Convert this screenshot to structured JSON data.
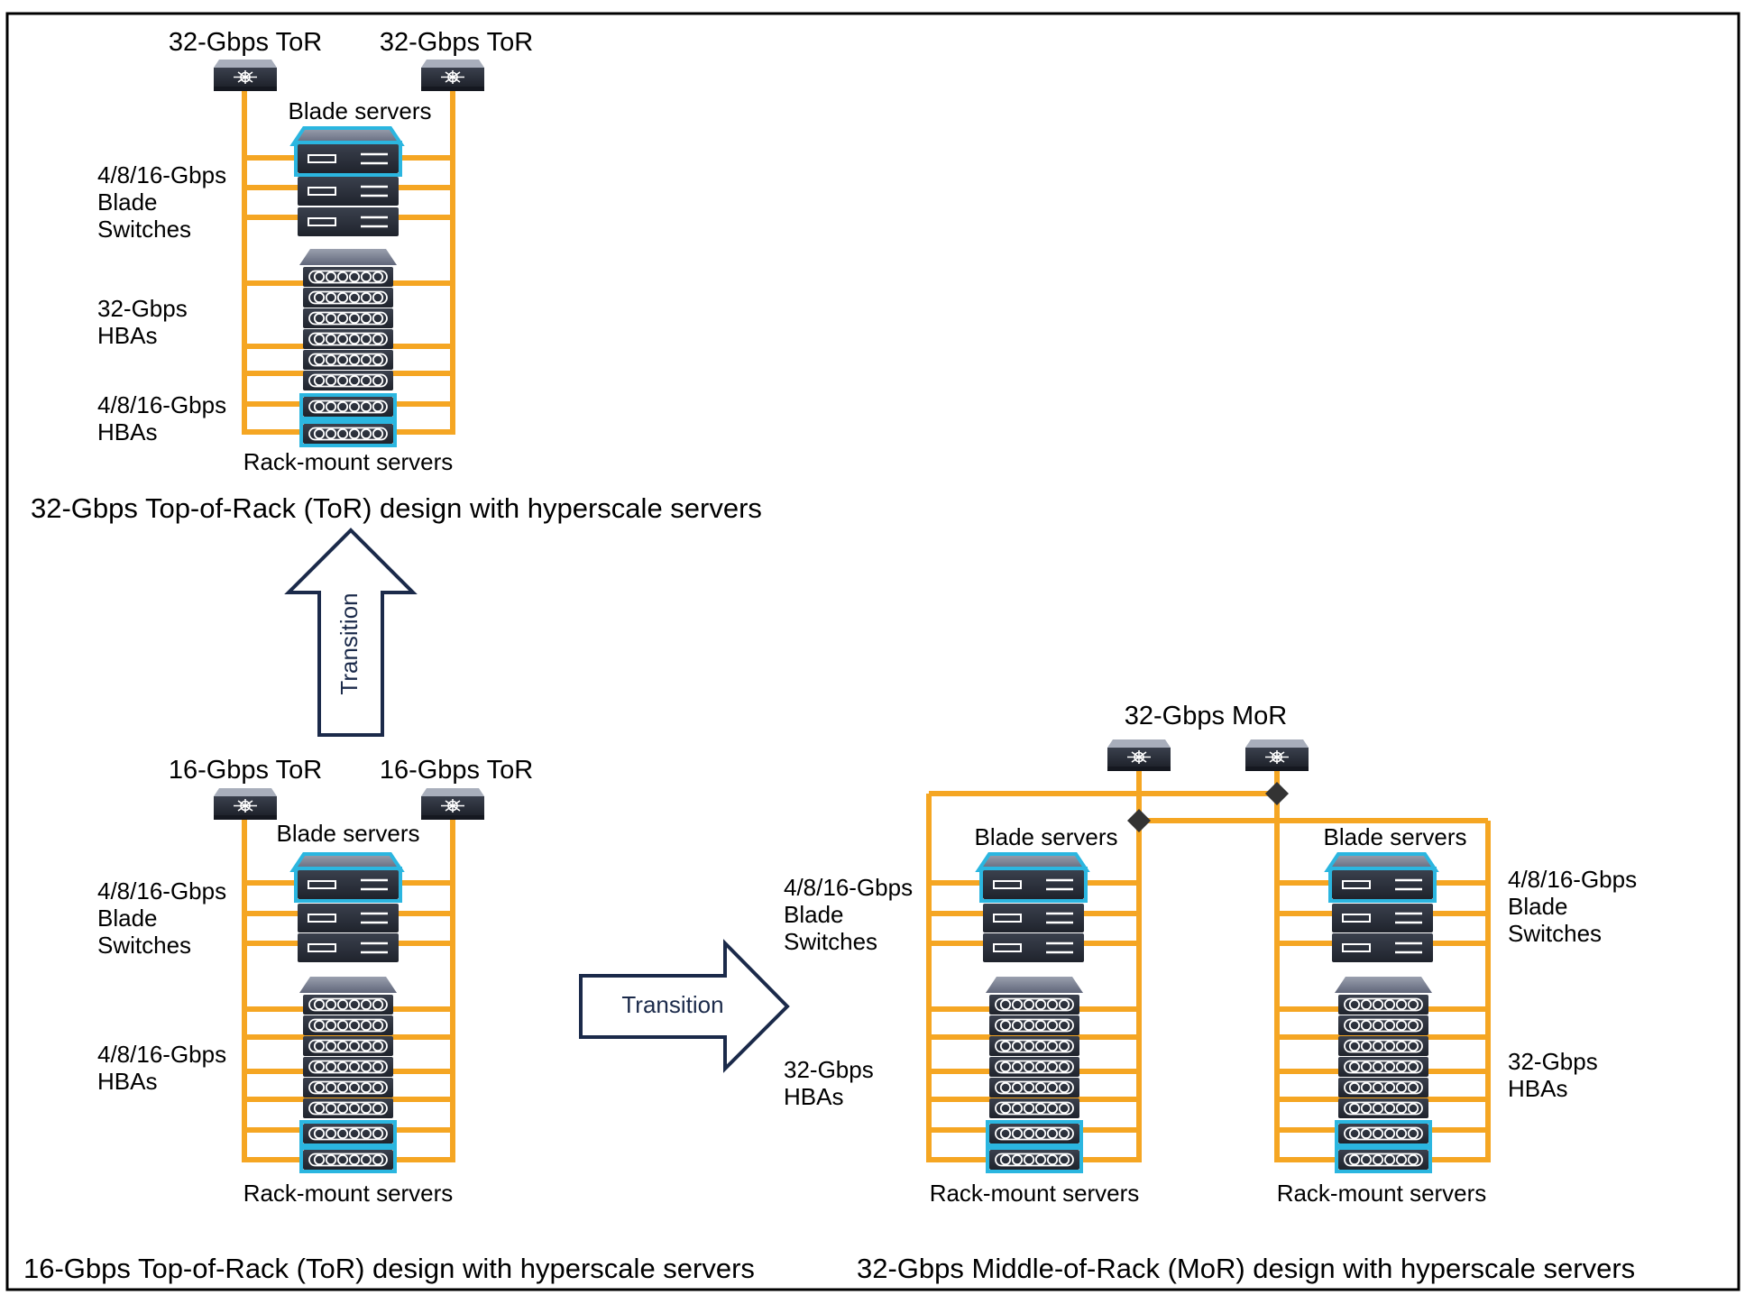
{
  "colors": {
    "cable": "#f5a623",
    "highlight": "#2bb6e0",
    "chassis": "#2e3340",
    "chassis_top": "#7f8494",
    "arrow_outline": "#1b2a4a",
    "border": "#000000"
  },
  "icons": {
    "switch": "switch-icon",
    "blade_switch": "blade-switch-icon",
    "rack_server": "rack-server-icon",
    "arrow": "transition-arrow-icon",
    "junction": "diamond-junction-icon"
  },
  "panels": {
    "top_left": {
      "caption": "32-Gbps Top-of-Rack (ToR) design with hyperscale servers",
      "switch_labels": [
        "32-Gbps ToR",
        "32-Gbps ToR"
      ],
      "blade_title": "Blade servers",
      "blade_label_lines": [
        "4/8/16-Gbps",
        "Blade",
        "Switches"
      ],
      "hba_upper_lines": [
        "32-Gbps",
        "HBAs"
      ],
      "hba_lower_lines": [
        "4/8/16-Gbps",
        "HBAs"
      ],
      "rack_title": "Rack-mount servers"
    },
    "bottom_left": {
      "caption": "16-Gbps Top-of-Rack (ToR) design with hyperscale servers",
      "switch_labels": [
        "16-Gbps ToR",
        "16-Gbps ToR"
      ],
      "blade_title": "Blade servers",
      "blade_label_lines": [
        "4/8/16-Gbps",
        "Blade",
        "Switches"
      ],
      "hba_lines": [
        "4/8/16-Gbps",
        "HBAs"
      ],
      "rack_title": "Rack-mount servers"
    },
    "bottom_right": {
      "caption": "32-Gbps Middle-of-Rack (MoR) design with hyperscale servers",
      "switch_label": "32-Gbps MoR",
      "left_rack": {
        "blade_title": "Blade servers",
        "blade_label_lines": [
          "4/8/16-Gbps",
          "Blade",
          "Switches"
        ],
        "hba_lines": [
          "32-Gbps",
          "HBAs"
        ],
        "rack_title": "Rack-mount servers"
      },
      "right_rack": {
        "blade_title": "Blade servers",
        "blade_label_lines": [
          "4/8/16-Gbps",
          "Blade",
          "Switches"
        ],
        "hba_lines": [
          "32-Gbps",
          "HBAs"
        ],
        "rack_title": "Rack-mount servers"
      }
    }
  },
  "arrows": {
    "vertical_label": "Transition",
    "horizontal_label": "Transition"
  }
}
